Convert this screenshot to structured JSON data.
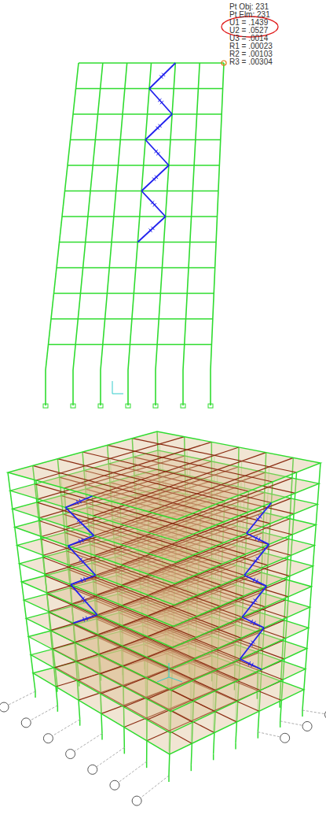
{
  "diagram": {
    "labels": [
      "Pt Obj: 231",
      "Pt Elm: 231",
      "U1 = .1439",
      "U2 = .0527",
      "U3 = .0014",
      "R1 = .00023",
      "R2 = .00103",
      "R3 = .00304"
    ]
  }
}
